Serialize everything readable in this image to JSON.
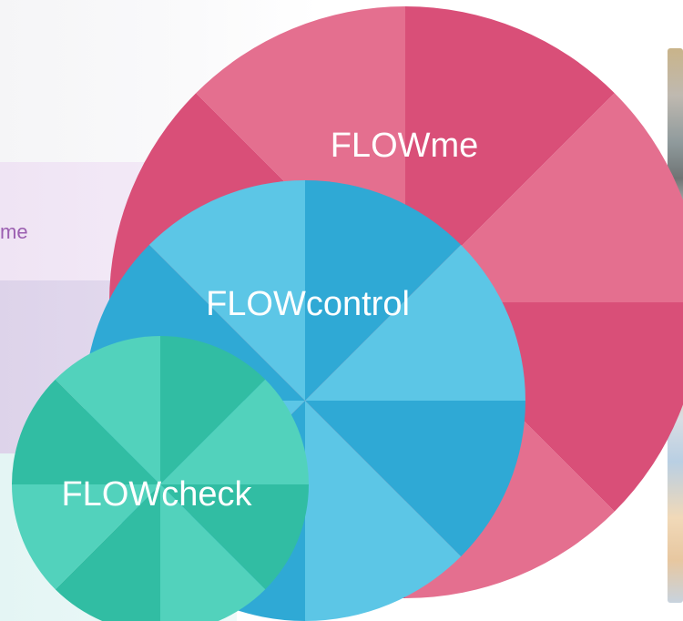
{
  "partial_label": "me",
  "circles": [
    {
      "id": "flowme",
      "label": "FLOWme",
      "colors": [
        "#d94f78",
        "#e46f8f"
      ]
    },
    {
      "id": "flowcontrol",
      "label": "FLOWcontrol",
      "colors": [
        "#2fa9d5",
        "#5cc6e6"
      ]
    },
    {
      "id": "flowcheck",
      "label": "FLOWcheck",
      "colors": [
        "#31bda3",
        "#52d2bc"
      ]
    }
  ]
}
